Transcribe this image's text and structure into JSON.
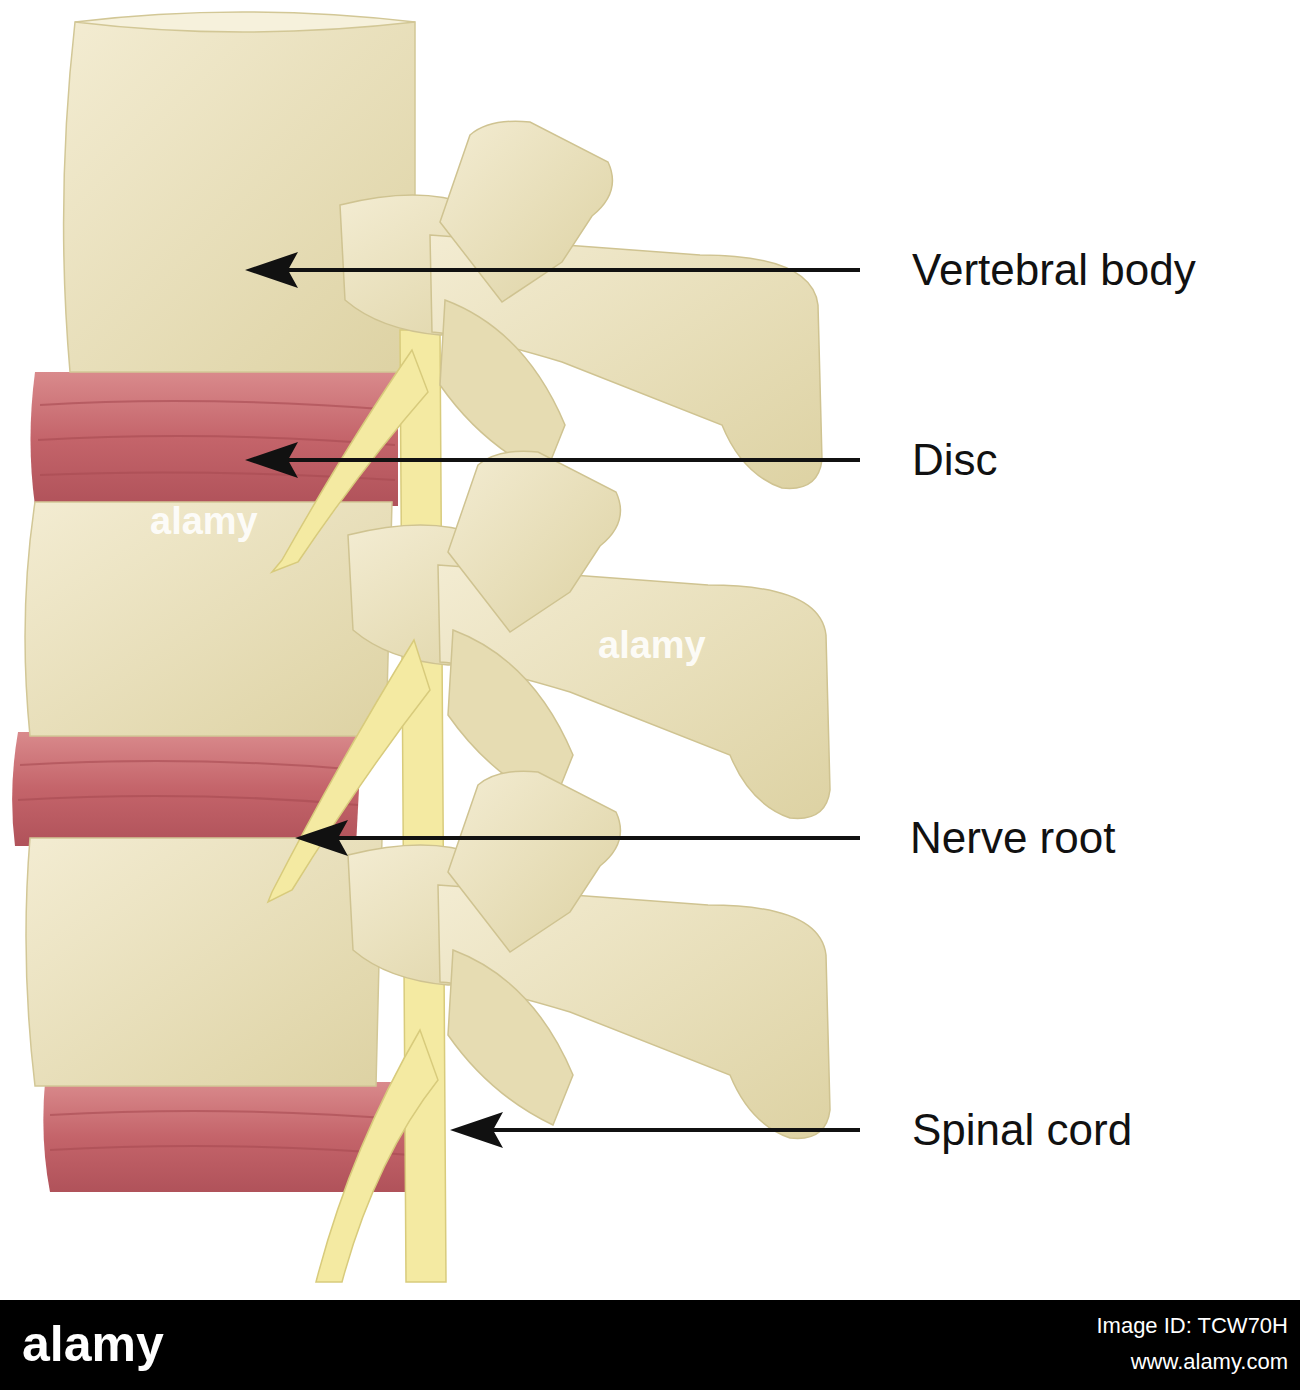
{
  "diagram": {
    "labels": [
      "Vertebral body",
      "Disc",
      "alamy",
      "alamy",
      "Nerve root",
      "Spinal cord",
      "alamy",
      "Image ID: TCW70H",
      "www.alamy.com"
    ]
  }
}
